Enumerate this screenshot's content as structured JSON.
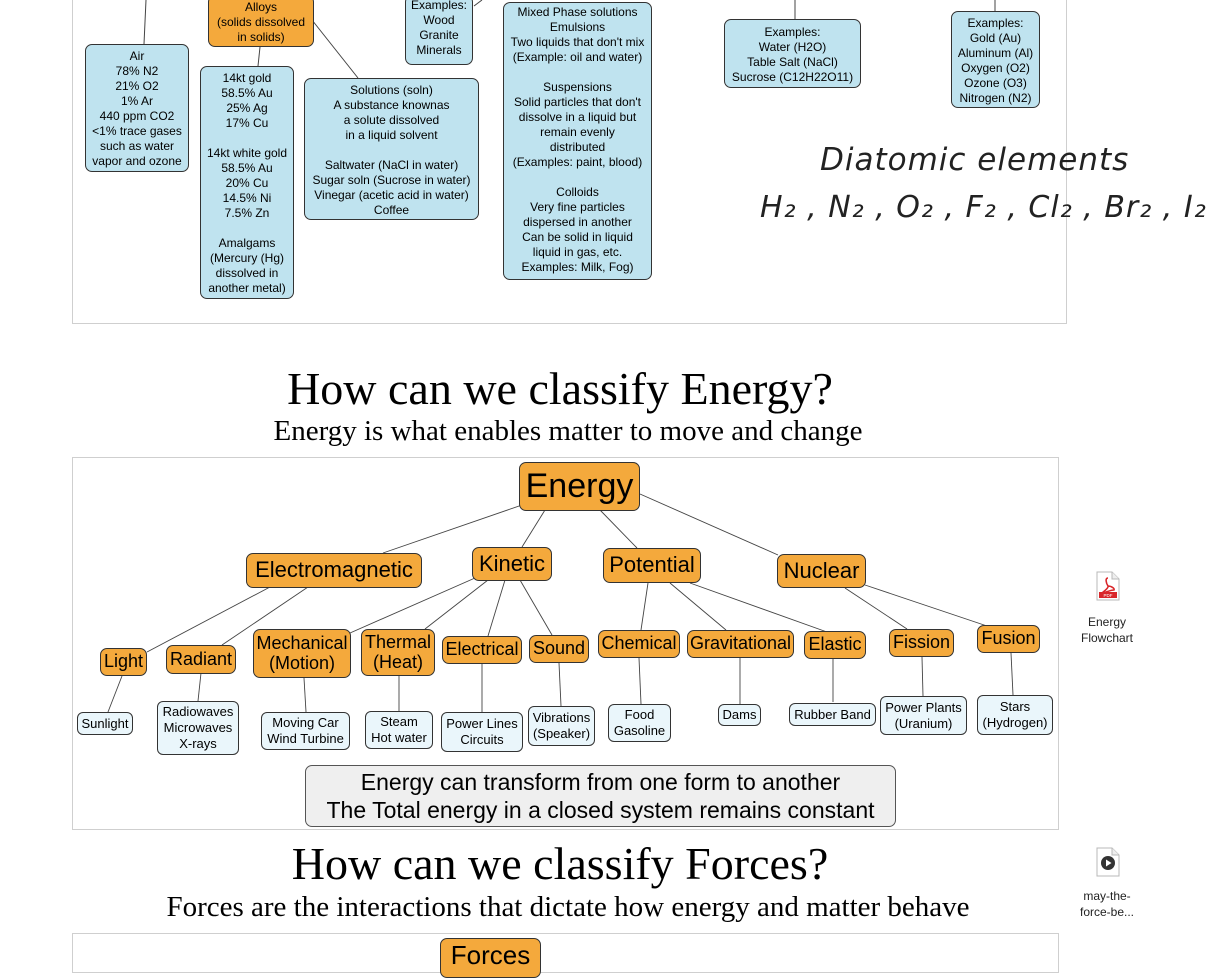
{
  "matter": {
    "alloys": "Alloys\n(solids  dissolved\nin  solids)",
    "examples_wood": "Examples:\nWood\nGranite\nMinerals",
    "mixed_phase": "Mixed  Phase  solutions\nEmulsions\nTwo liquids that don't mix\n(Example: oil and water)\n\nSuspensions\nSolid particles that don't\ndissolve in a liquid but\nremain evenly\ndistributed\n(Examples: paint, blood)\n\nColloids\nVery fine particles\ndispersed in another\nCan be solid in liquid\nliquid in gas, etc.\nExamples: Milk, Fog)",
    "examples_compounds": "Examples:\nWater (H2O)\nTable Salt (NaCl)\nSucrose  (C12H22O11)",
    "examples_elements": "Examples:\nGold (Au)\nAluminum (Al)\nOxygen (O2)\nOzone (O3)\nNitrogen (N2)",
    "air": "Air\n78% N2\n21% O2\n1% Ar\n440 ppm CO2\n<1% trace gases\nsuch as water\nvapor and ozone",
    "gold": "14kt gold\n58.5% Au\n25% Ag\n17% Cu\n\n14kt white gold\n58.5% Au\n20% Cu\n14.5% Ni\n7.5% Zn\n\nAmalgams\n(Mercury (Hg)\ndissolved in\nanother metal)",
    "solutions": "Solutions (soln)\nA  substance  knownas\na  solute  dissolved\nin a liquid solvent\n\nSaltwater (NaCl in water)\nSugar soln (Sucrose in water)\nVinegar (acetic acid in water)\nCoffee",
    "handwriting_1": "Diatomic elements",
    "handwriting_2": "H₂ , N₂ , O₂ , F₂ , Cl₂ , Br₂ , I₂"
  },
  "energy_section": {
    "title": "How can we classify Energy?",
    "subtitle": "Energy is what enables matter to move and change",
    "root": "Energy",
    "categories": [
      "Electromagnetic",
      "Kinetic",
      "Potential",
      "Nuclear"
    ],
    "types": [
      "Light",
      "Radiant",
      "Mechanical\n(Motion)",
      "Thermal\n(Heat)",
      "Electrical",
      "Sound",
      "Chemical",
      "Gravitational",
      "Elastic",
      "Fission",
      "Fusion"
    ],
    "examples": [
      "Sunlight",
      "Radiowaves\nMicrowaves\nX-rays",
      "Moving Car\nWind Turbine",
      "Steam\nHot water",
      "Power Lines\nCircuits",
      "Vibrations\n(Speaker)",
      "Food\nGasoline",
      "Dams",
      "Rubber Band",
      "Power Plants\n(Uranium)",
      "Stars\n(Hydrogen)"
    ],
    "note_line1": "Energy can transform from one form to another",
    "note_line2": "The Total energy in a closed system remains constant"
  },
  "forces_section": {
    "title": "How can we classify Forces?",
    "subtitle": "Forces are the interactions that dictate how energy and matter behave",
    "root": "Forces"
  },
  "attachments": [
    {
      "name": "Energy\nFlowchart",
      "icon": "pdf-icon"
    },
    {
      "name": "may-the-\nforce-be...",
      "icon": "video-icon"
    }
  ],
  "colors": {
    "orange": "#f4a93c",
    "blue": "#bfe3ef",
    "leaf": "#eaf6fb",
    "pdf_red": "#d9262a"
  }
}
